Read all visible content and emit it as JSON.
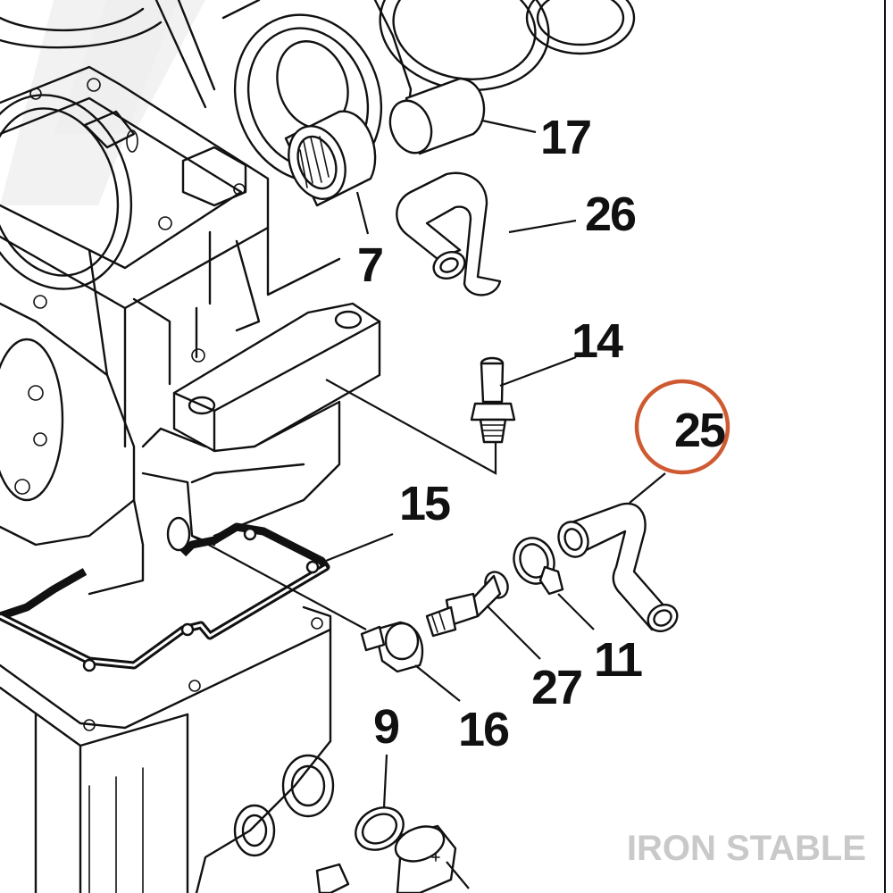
{
  "callouts": [
    {
      "id": "17",
      "label": "17"
    },
    {
      "id": "26",
      "label": "26"
    },
    {
      "id": "7",
      "label": "7"
    },
    {
      "id": "14",
      "label": "14"
    },
    {
      "id": "25",
      "label": "25",
      "highlighted": true
    },
    {
      "id": "15",
      "label": "15"
    },
    {
      "id": "11",
      "label": "11"
    },
    {
      "id": "27",
      "label": "27"
    },
    {
      "id": "16",
      "label": "16"
    },
    {
      "id": "9",
      "label": "9"
    }
  ],
  "highlight_color": "#cf5a32",
  "watermark": "IRON STABLE"
}
